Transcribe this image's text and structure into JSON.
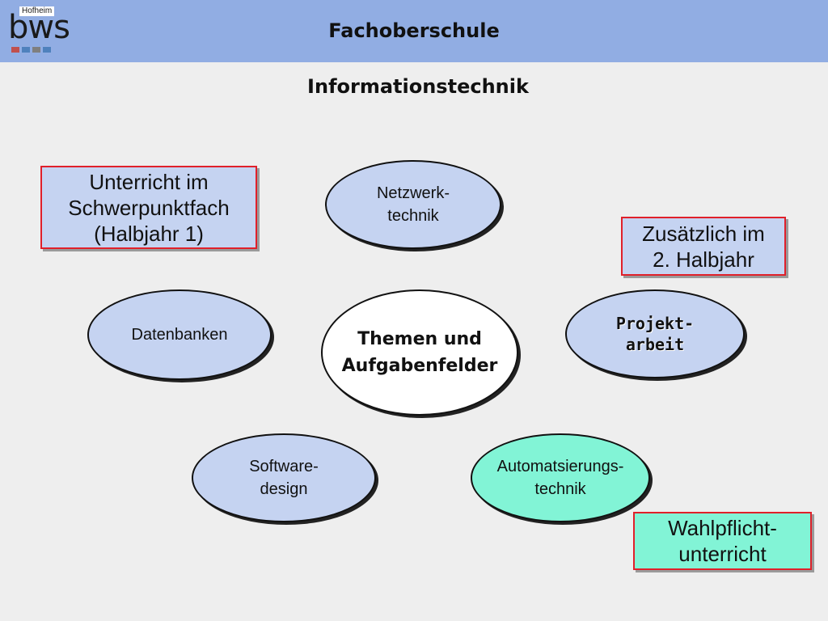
{
  "header": {
    "title": "Fachoberschule",
    "logo": {
      "word": "bws",
      "subtext": "Hofheim",
      "square_colors": [
        "#c0504d",
        "#4f81bd",
        "#7f7f7f",
        "#4f81bd"
      ]
    }
  },
  "subtitle": "Informationstechnik",
  "diagram": {
    "center": "Themen und\nAufgabenfelder",
    "topics": [
      {
        "id": "netzwerk",
        "label": "Netzwerk-\ntechnik",
        "fill": "#c5d3f1"
      },
      {
        "id": "datenbanken",
        "label": "Datenbanken",
        "fill": "#c5d3f1"
      },
      {
        "id": "projekt",
        "label": "Projekt-\narbeit",
        "fill": "#c5d3f1"
      },
      {
        "id": "software",
        "label": "Software-\ndesign",
        "fill": "#c5d3f1"
      },
      {
        "id": "automatisierung",
        "label": "Automatsierungs-\ntechnik",
        "fill": "#82f4d6"
      }
    ],
    "notes": [
      {
        "id": "schwerpunkt",
        "label": "Unterricht im\nSchwerpunktfach\n(Halbjahr 1)",
        "fill": "#c5d3f1"
      },
      {
        "id": "zusaetzlich",
        "label": "Zusätzlich im\n2. Halbjahr",
        "fill": "#c5d3f1"
      },
      {
        "id": "wahlpflicht",
        "label": "Wahlpflicht-\nunterricht",
        "fill": "#82f4d6"
      }
    ]
  },
  "colors": {
    "header_bg": "#91ade3",
    "page_bg": "#eeeeee",
    "blue_fill": "#c5d3f1",
    "mint_fill": "#82f4d6",
    "note_border": "#e0202a"
  }
}
